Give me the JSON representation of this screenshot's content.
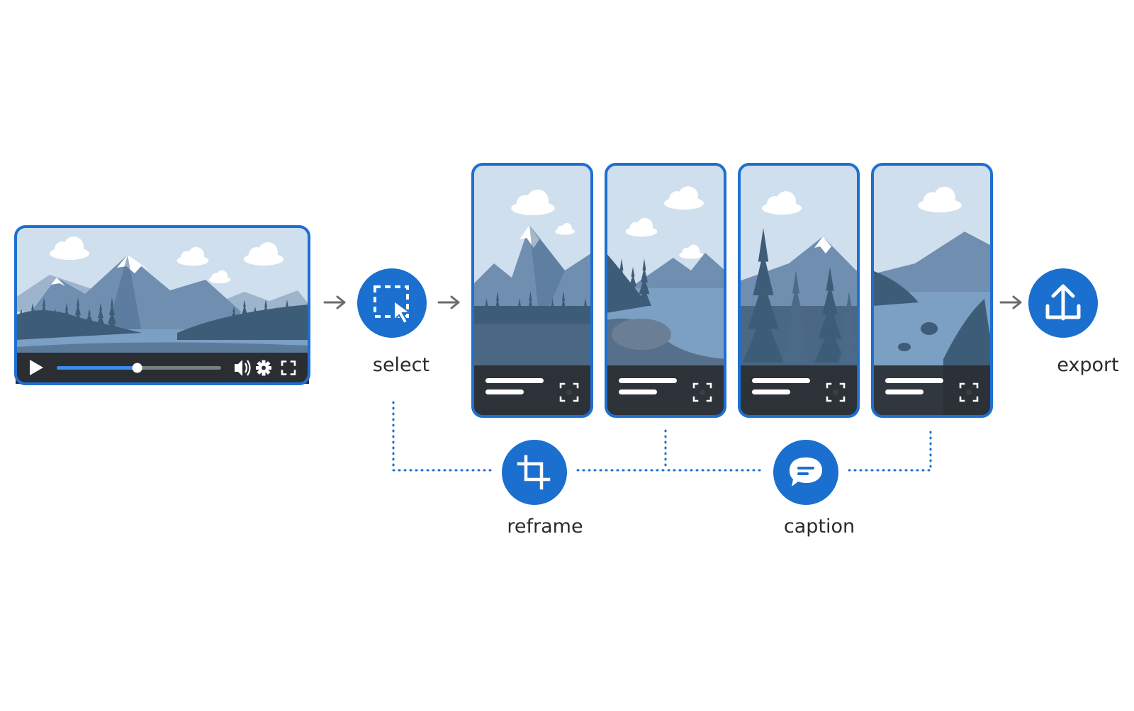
{
  "colors": {
    "accent": "#1a6fcf",
    "accent_border": "#1f6fd1",
    "connector": "#1a6fcf",
    "arrow": "#6b6b6b",
    "control_bar": "#2a2e33",
    "sky": "#cfdfee",
    "mountain_far": "#9db4cc",
    "mountain_mid": "#6f8eb0",
    "mountain_dark": "#4d6f92",
    "forest": "#3d5c78",
    "water": "#7c9fc4",
    "snow": "#ffffff",
    "cloud": "#ffffff",
    "label_text": "#2b2b2b"
  },
  "steps": {
    "select": {
      "label": "select",
      "icon": "selection-cursor-icon"
    },
    "reframe": {
      "label": "reframe",
      "icon": "crop-icon"
    },
    "caption": {
      "label": "caption",
      "icon": "speech-bubble-icon"
    },
    "export": {
      "label": "export",
      "icon": "upload-icon"
    }
  },
  "source_video": {
    "controls": [
      "play-icon",
      "volume-icon",
      "gear-icon",
      "fullscreen-icon"
    ],
    "progress": 0.49
  },
  "vertical_clips": [
    {
      "scene": "snow-peak-forest",
      "controls": [
        "caption-lines",
        "fullscreen-icon"
      ]
    },
    {
      "scene": "pine-lake-shore",
      "controls": [
        "caption-lines",
        "fullscreen-icon"
      ]
    },
    {
      "scene": "tall-pines-peak",
      "controls": [
        "caption-lines",
        "fullscreen-icon"
      ]
    },
    {
      "scene": "lake-foliage",
      "controls": [
        "caption-lines",
        "fullscreen-icon"
      ]
    }
  ]
}
